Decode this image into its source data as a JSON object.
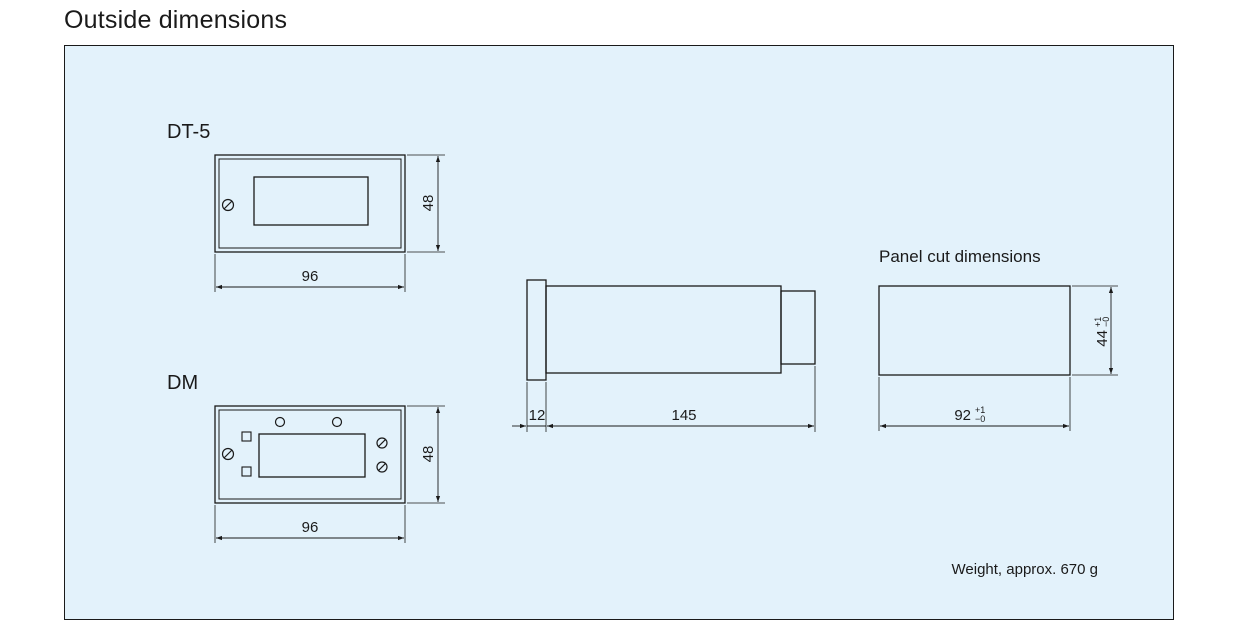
{
  "page": {
    "title": "Outside dimensions",
    "background_color": "#e3f2fb",
    "border_color": "#1a1a1a"
  },
  "dt5": {
    "label": "DT-5",
    "width_dim": "96",
    "height_dim": "48",
    "screw_icon": "slotted-screw-icon"
  },
  "dm": {
    "label": "DM",
    "width_dim": "96",
    "height_dim": "48",
    "screw_icon": "slotted-screw-icon"
  },
  "side_view": {
    "bezel_dim": "12",
    "body_dim": "145"
  },
  "panel_cut": {
    "label": "Panel cut dimensions",
    "width_base": "92",
    "height_base": "44",
    "tol_plus": "+1",
    "tol_minus": "−0"
  },
  "weight": "Weight, approx. 670 g"
}
